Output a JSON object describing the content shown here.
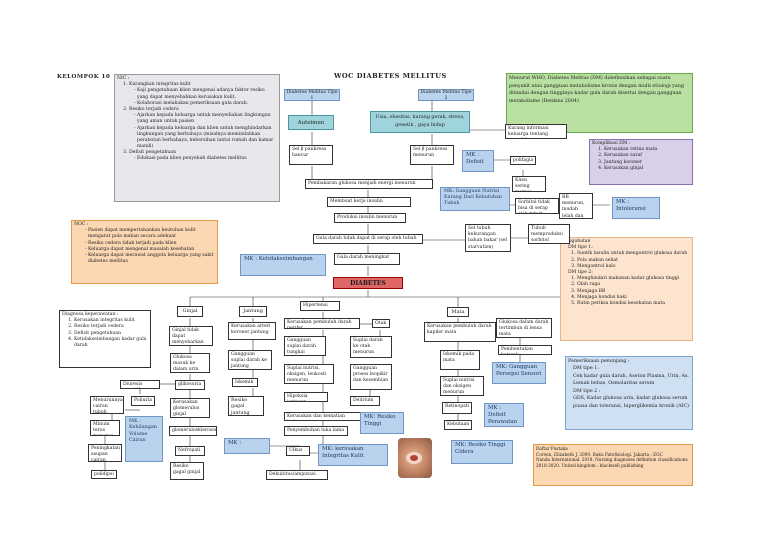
{
  "header": {
    "group": "KELOMPOK 10",
    "title": "WOC DIABETES MELLITUS"
  },
  "nic": {
    "title": "NIC :",
    "items": [
      {
        "text": "Kurangkan integritas kulit",
        "subs": [
          "Kaji pengetahuan klien mengenai adanya faktor resiko yang dapat menyebabkan kerusakan kulit.",
          "Kolaborasi melakukan pemeriksaan gula darah."
        ]
      },
      {
        "text": "Resiko terjadi cedera",
        "subs": [
          "Ajarkan kepada keluarga untuk menyediakan lingkungan yang aman untuk pasien",
          "Ajarkan kepada keluarga dan klien untuk menghindarkan lingkungan yang berbahaya (misalnya memindahkan perabotan berbahaya, kebersihan lantai rumah dan kamar mandi)"
        ]
      },
      {
        "text": "Defisit pengetahuan",
        "subs": [
          "Edukasi pada klien penyebab diabetes mellitus"
        ]
      }
    ]
  },
  "noc": {
    "title": "NOC :",
    "items": [
      "Pasien dapat mempertahankan keutuhan kulit mengarat pola makan secara adekuat",
      "Resiko cedera tidak terjadi pada klien",
      "Keluarga dapat mengenal masalah kesehatan",
      "Keluarga dapat merawat anggota keluarga yang sakit diabetes mellitus"
    ]
  },
  "definition": "Menurut WHO, Diabetes Melitus (DM) didefinisikan sebagai suatu penyakit atau gangguan metabolisme kronis dengan multi etiologi yang ditandai dengan tingginya kadar gula darah disertai dengan gangguan metabolisme (Denkins 2004)",
  "komplikasi": {
    "title": "Komplikasi DM :",
    "items": [
      "Kerusakan retina mata",
      "Kerusakan saraf",
      "Jantung koroner",
      "Kerusakan ginjal"
    ]
  },
  "pengobatan": {
    "title": "Pengobatan",
    "tipe1": "DM tipe 1:",
    "tipe1_items": [
      "Suntik insulin untuk mengontrol glukosa darah",
      "Pola makan sehat",
      "Mengontrol kalo"
    ],
    "tipe2": "DM tipe 2:",
    "tipe2_items": [
      "Menghindari makanan kadar glukosa tinggi",
      "Olah raga",
      "Menjaga BB",
      "Menjaga kondisi kaki",
      "Rutin periksa kondisi kesehatan mata"
    ]
  },
  "penunjang": {
    "title": "Pemeriksaan penunjang :",
    "t1": "DM tipe 1:",
    "t1_text": "Cek kadar gula darah, Aseton Plasma, Urin, As. Lemak bebas, Osmolaritas serum",
    "t2": "DM tipe 2 :",
    "t2_text": "GDS, Kadar glukosa urin, kadar glukosa serum puasa dan toleransi, hiperglikemia kronik (AIC)"
  },
  "pustaka": {
    "title": "Daftar Pustaka",
    "lines": [
      "Corwin, Elizabeth J. 2009. Buku Patofisiologi. Jakarta : EGC",
      "Nanda International. 2018. Nursing diagnoses definition classifications 2018-2020. United kingdom : blackwell publishing"
    ]
  },
  "diagnosa": {
    "title": "Diagnosa keperawatan :",
    "items": [
      "Kerusakan integritas kulit",
      "Resiko terjadi cedera",
      "Defisit pengetahuan",
      "Ketidakseimbangan kadar gula darah"
    ]
  },
  "flow": {
    "tipe1": "Diabetes Melitus Tipe 1",
    "tipe2": "Diabetes Melitus Tipe 2",
    "autoimun": "Autoimun",
    "penyebab2": "Usia, obesitas, kurang gerak, stress, genetik , gaya hidup",
    "sel1": "Sel β pankreas hancur",
    "sel2": "Sel β pankreas menurun",
    "pembakaran": "Pembakaran glukosa menjadi energi menurun",
    "membuat": "Membuat kerja insulin",
    "produksi": "Produksi insulin menurun",
    "gula_tidak": "Gula darah tidak dapat di serap oleh tubuh",
    "gula_meningkat": "Gula darah meningkat",
    "diabetes": "DIABETES",
    "kurang_info": "Kurang informasi keluarga tentang penyakit",
    "poliphagia": "polifagia",
    "klien_cepat": "Klien sering merasa lapar",
    "sel_tubuh": "Sel tubuh kekurangan bahan bakar (sel starvation)",
    "sorbitol": "Sorbitol tidak bisa di serap oleh tubuh",
    "tubuh_memproduksi": "Tubuh memproduksi sorbitol",
    "bb_menurun": "BB menurun, mudah lelah dan letih",
    "ginjal": "Ginjal",
    "jantung": "Jantung",
    "hipertensi": "Hipertensi",
    "otak": "Otak",
    "mata": "Mata",
    "g1": "Ginjal tidak dapat menyebarkan glukosa",
    "g2": "Glukosa masuk ke dalam urin",
    "g3": "glikosuria",
    "diuresis": "Diuresis osmotik",
    "poliuria": "Poliuria",
    "menurun": "Menurunnya cairan tubuh",
    "minum": "Minum terus menerus",
    "peningkatan": "Peningkatan asupan cairan",
    "polidipsi": "polidipsi",
    "kerusakan_glo": "Kerusakan glomerulus ginjal",
    "glomerulo": "glomerulosklerosis",
    "nefropati": "Nefropati",
    "gagal_ginjal": "Resiko gagal ginjal",
    "j1": "Kerusakan arteri koroner jantung",
    "j2": "Gangguan suplai darah ke jantung",
    "j3": "Iskemik",
    "j4": "Resiko gagal jantung",
    "h1": "Kerusakan pembuluh darah perifer",
    "h2": "Gangguan suplai darah tungkai",
    "h3": "Suplai nutrisi, oksigen, leukosit menurun",
    "h4": "Gangguan proses leopikir dan kesembian",
    "h5": "Hipoksia jaringan",
    "h6": "Delirium",
    "h7": "Kerusakan dan kematian jaringan",
    "h8": "Penyembuhan luka lama",
    "ulkus": "Ulkus",
    "dekubitus": "Dekubitus/amputasi",
    "otak1": "Suplai darah ke otak menurun",
    "m1": "Kerusakan pembuluh darah kapiler mata",
    "m2": "Glukosa dalam darah tertimbun di lensa mata",
    "m3": "Pembentukan katarak",
    "m4": "Iskemik pada mata",
    "m5": "Suplai nutrisi dan oksigen menurun",
    "m6": "Retinopati",
    "m7": "Kebutaan"
  },
  "mk": {
    "defisit": "MK : Defisit",
    "gangguan_nutrisi": "MK: Gangguan Nutrisi Kurang Dari Kebutuhan Tubuh",
    "intoleransi": "MK : Intoleransi",
    "ketidakseimbangan": "MK : Ketidakseimbangan",
    "kehilangan": "MK : Kehilangan Volume Cairan",
    "kosong": "MK :",
    "resiko_tinggi": "MK: Resiko Tinggi",
    "integritas": "MK: kerusakan Integritas Kulit",
    "sensori": "MK: Gangguan Persepsi Sensori",
    "perawatan": "MK : Defisit Perawatan",
    "cidera": "MK: Resiko Tinggi Cidera"
  },
  "colors": {
    "mk": "#b9d3ee",
    "purple": "#d9cfe8",
    "orange": "#fbd7b2",
    "green": "#b9e0a1",
    "blue": "#cfe0f3",
    "teal": "#9fd4dc"
  }
}
